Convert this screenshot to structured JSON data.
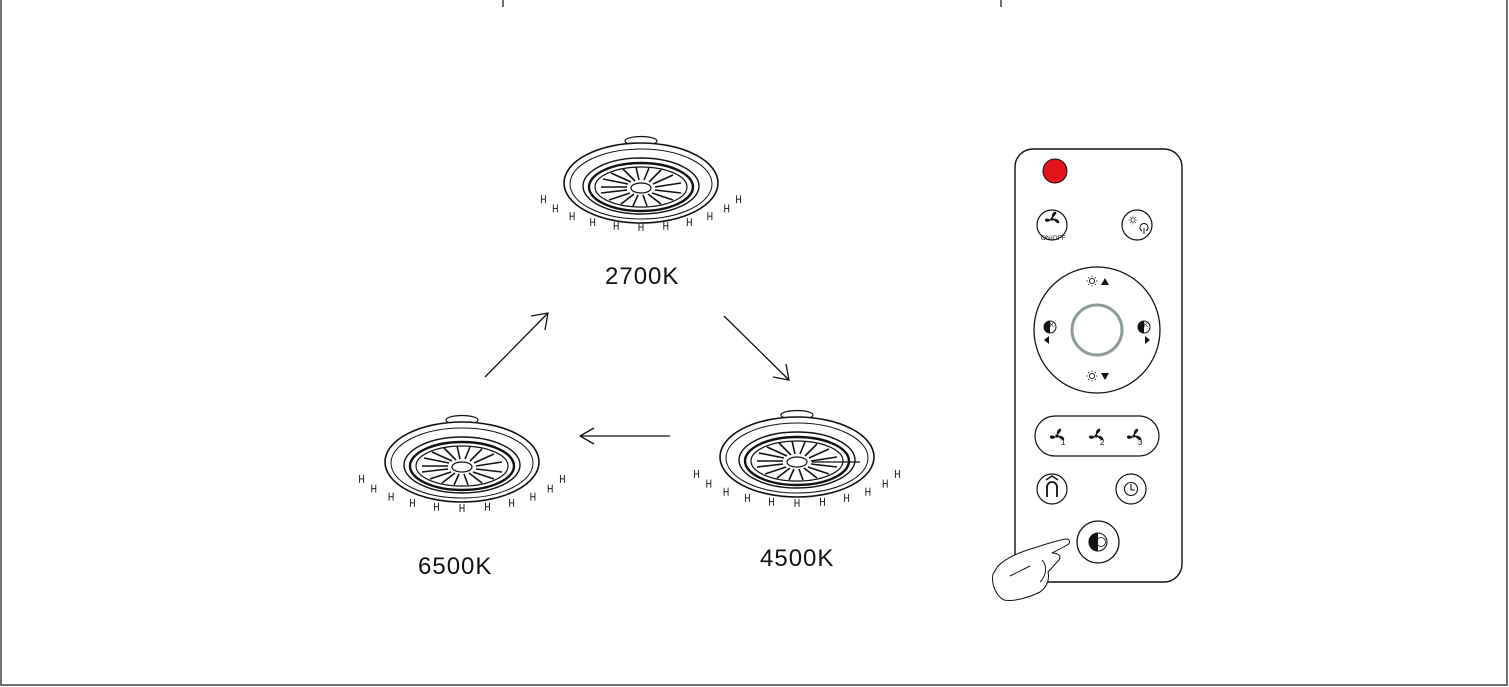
{
  "fans": [
    {
      "id": "top",
      "label": "2700K"
    },
    {
      "id": "right",
      "label": "4500K"
    },
    {
      "id": "left",
      "label": "6500K"
    }
  ],
  "remote": {
    "onoff_label": "ON/OFF",
    "speed_1": "1",
    "speed_2": "2",
    "speed_3": "3",
    "k_label": "K",
    "accent_color": "#e4141b",
    "ring_color": "#8a9b98"
  }
}
